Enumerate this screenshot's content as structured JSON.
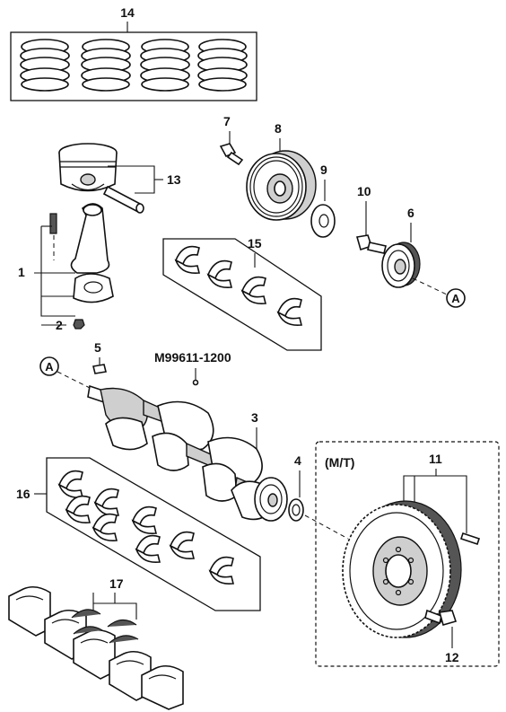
{
  "callouts": {
    "c1": "1",
    "c2": "2",
    "c3": "3",
    "c4": "4",
    "c5": "5",
    "c6": "6",
    "c7": "7",
    "c8": "8",
    "c9": "9",
    "c10": "10",
    "c11": "11",
    "c12": "12",
    "c13": "13",
    "c14": "14",
    "c15": "15",
    "c16": "16",
    "c17": "17"
  },
  "reference_markers": {
    "a_left": "A",
    "a_right": "A"
  },
  "part_code": "M99611-1200",
  "transmission_label": "(M/T)"
}
